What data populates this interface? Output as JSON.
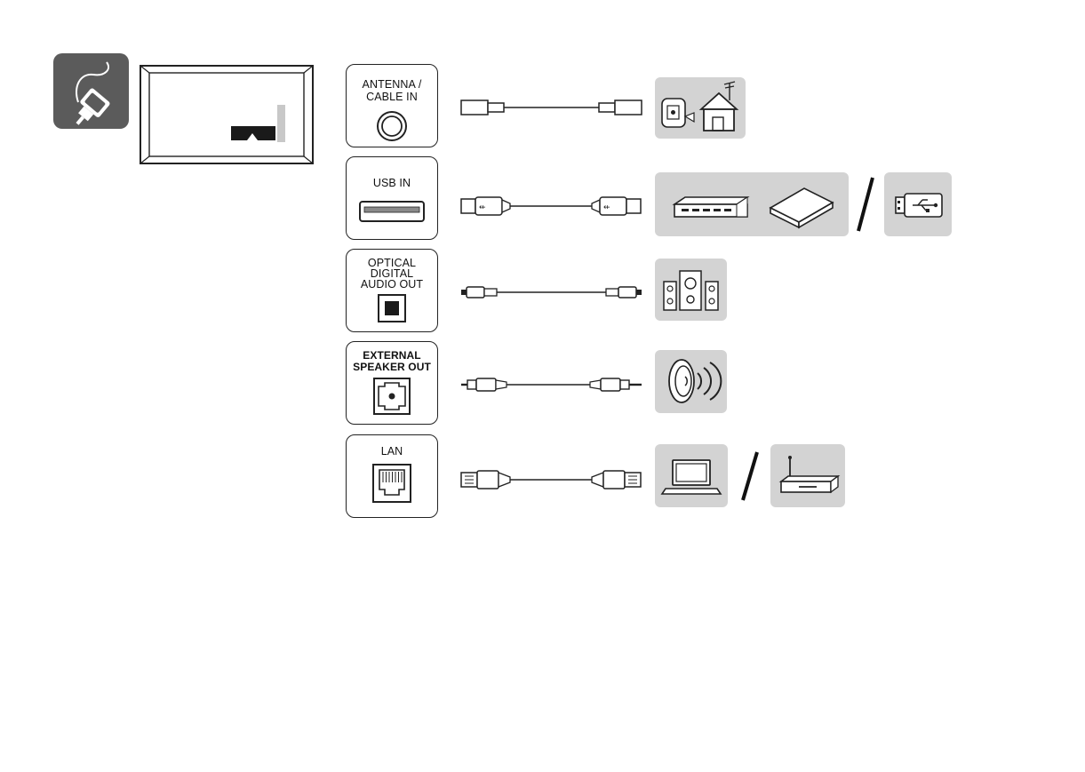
{
  "ports": {
    "antenna": {
      "label": "ANTENNA /\nCABLE IN"
    },
    "usb": {
      "label": "USB IN"
    },
    "optical": {
      "label": "OPTICAL\nDIGITAL\nAUDIO OUT"
    },
    "speaker": {
      "label": "EXTERNAL\nSPEAKER OUT"
    },
    "lan": {
      "label": "LAN"
    }
  },
  "colors": {
    "tile_gray": "#d3d3d3",
    "badge_gray": "#5b5b5b",
    "line": "#222222"
  },
  "icons": {
    "badge": "cable-plug-icon",
    "tv": "tv-back-panel-icon",
    "antenna_device": "wall-antenna-house-icon",
    "usb_devices": [
      "set-top-box-icon",
      "external-hard-drive-icon",
      "usb-flash-drive-icon"
    ],
    "optical_device": "speaker-system-icon",
    "speaker_device": "loudspeaker-icon",
    "lan_devices": [
      "laptop-icon",
      "router-icon"
    ]
  }
}
